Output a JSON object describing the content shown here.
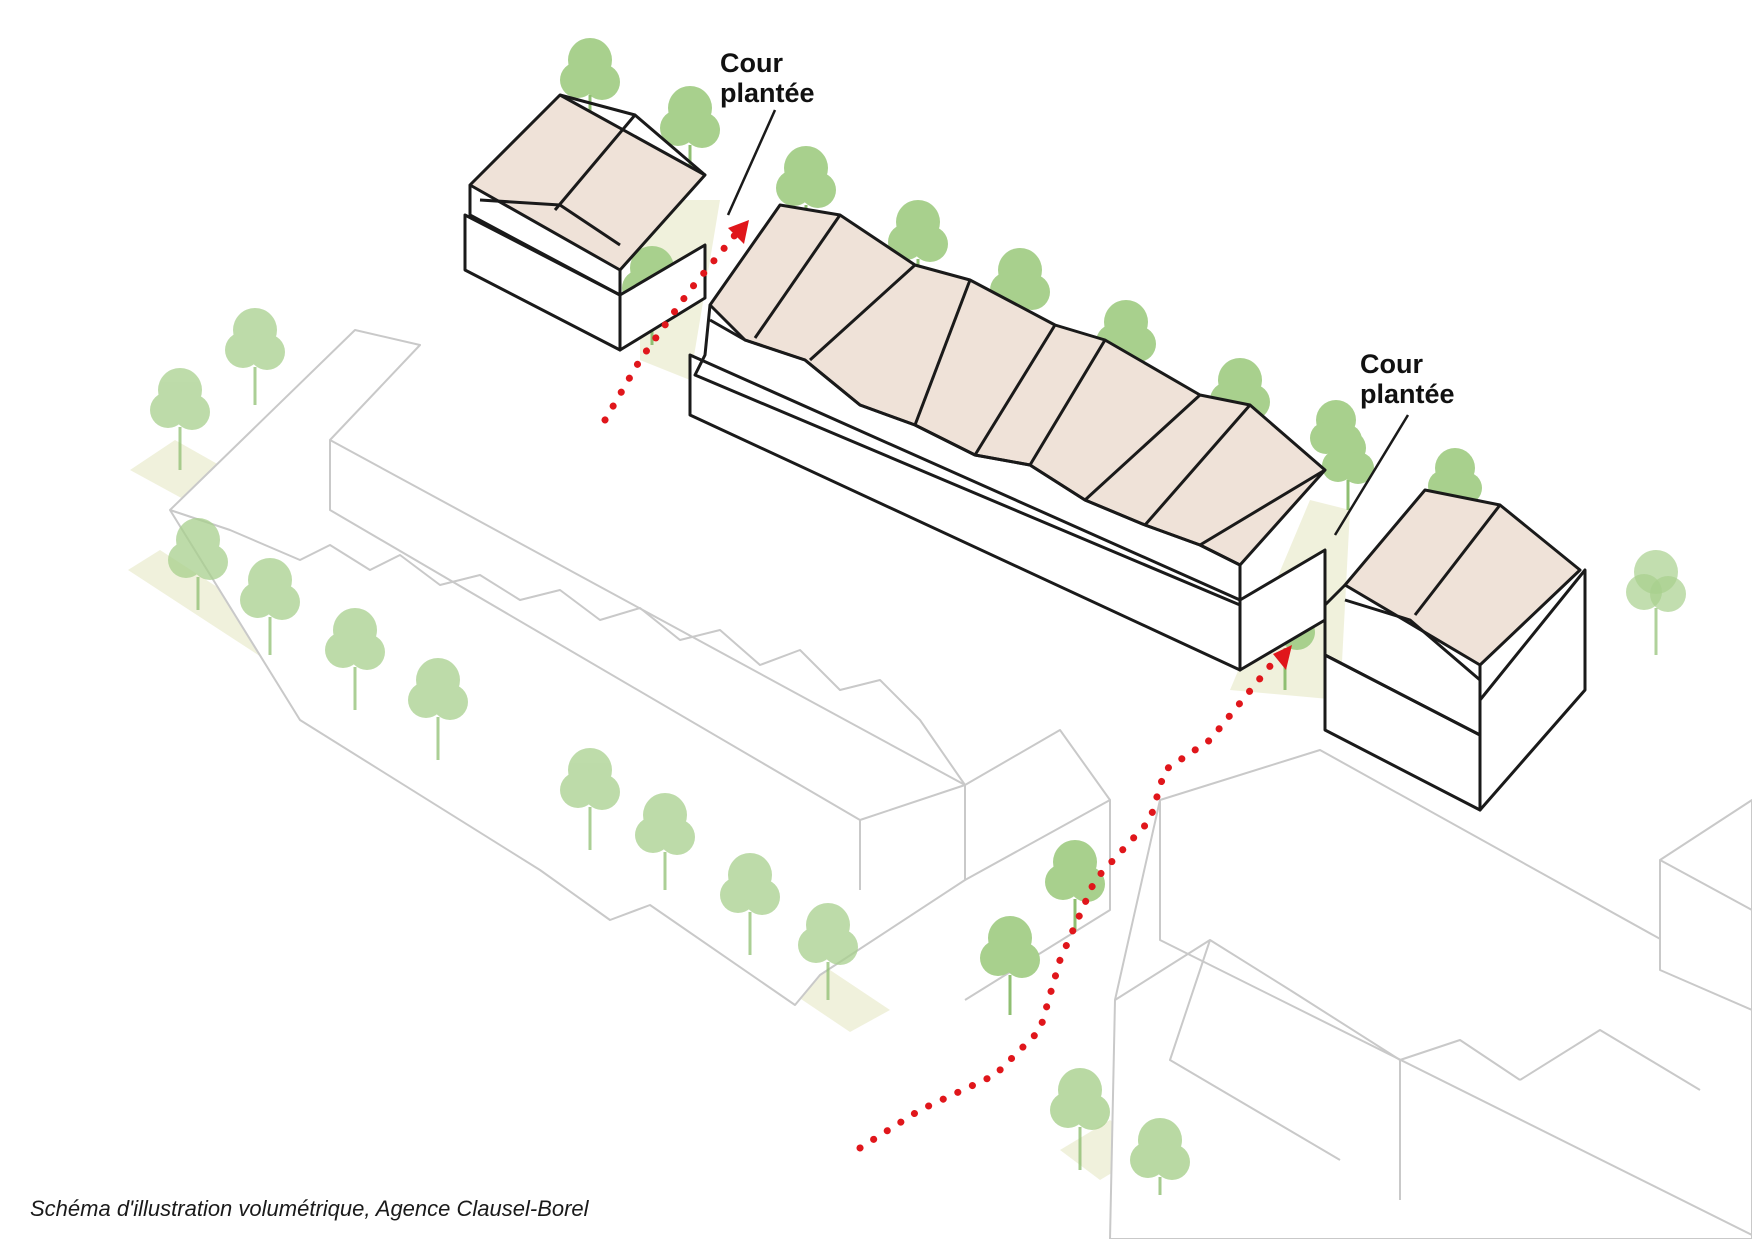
{
  "labels": {
    "courtyard_left": {
      "line1": "Cour",
      "line2": "plantée"
    },
    "courtyard_right": {
      "line1": "Cour",
      "line2": "plantée"
    }
  },
  "caption": "Schéma d'illustration volumétrique, Agence Clausel-Borel",
  "colors": {
    "roof_fill": "#efe2d8",
    "outline_dark": "#1a1a1a",
    "context_outline": "#c9c9c9",
    "tree_green": "#a8d08d",
    "ground_strip": "#eef0d8",
    "path_red": "#e0161b"
  }
}
